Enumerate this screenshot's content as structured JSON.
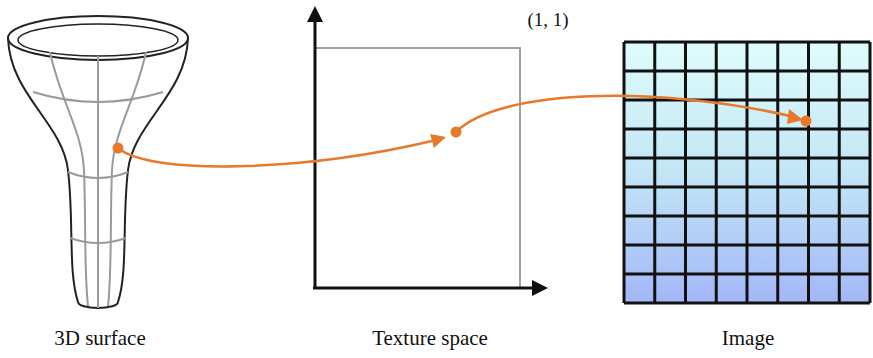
{
  "diagram": {
    "labels": [
      "(1, 1)",
      "3D surface",
      "Texture space",
      "Image"
    ]
  }
}
